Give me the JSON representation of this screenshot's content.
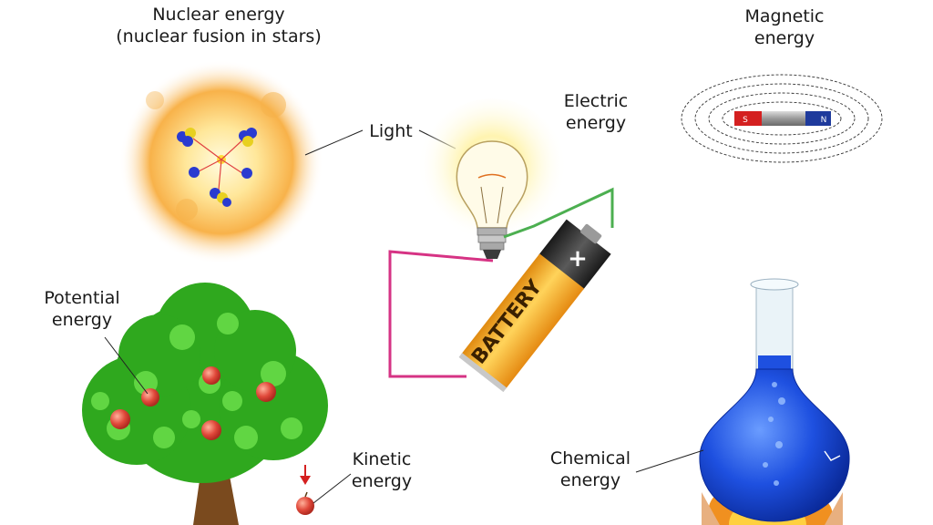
{
  "labels": {
    "nuclear_line1": "Nuclear energy",
    "nuclear_line2": "(nuclear fusion in stars)",
    "light": "Light",
    "electric_line1": "Electric",
    "electric_line2": "energy",
    "magnetic_line1": "Magnetic",
    "magnetic_line2": "energy",
    "potential_line1": "Potential",
    "potential_line2": "energy",
    "kinetic_line1": "Kinetic",
    "kinetic_line2": "energy",
    "chemical_line1": "Chemical",
    "chemical_line2": "energy"
  },
  "battery": {
    "label": "BATTERY",
    "plus": "+",
    "minus": "-"
  },
  "magnet": {
    "south": "S",
    "north": "N"
  },
  "colors": {
    "positive_wire": "#4caf50",
    "negative_wire": "#d63384",
    "battery_body": "#f5a623",
    "battery_cap": "#2b2b2b",
    "flask_liquid": "#1e50e0",
    "tree_leaves": "#3cc02a",
    "apple": "#e0483a",
    "magnet_north": "#1e3a9c",
    "magnet_south": "#d42020"
  }
}
